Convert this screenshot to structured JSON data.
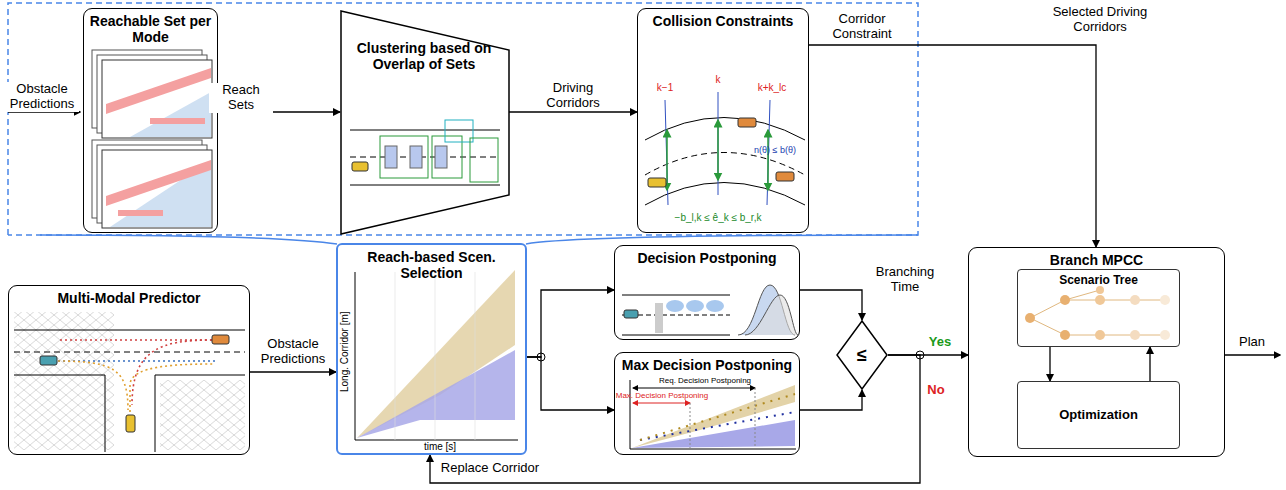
{
  "diagram": {
    "nodes": [
      {
        "text": [
          "Reachable Set per Mode"
        ]
      },
      {
        "text": [
          "Clustering based on Overlap of Sets"
        ]
      },
      {
        "text": [
          "Collision Constraints"
        ]
      },
      {
        "text": [
          "Multi-Modal Predictor"
        ]
      },
      {
        "text": [
          "Reach-based Scen. Selection"
        ]
      },
      {
        "text": [
          "Decision Postponing"
        ]
      },
      {
        "text": [
          "Max Decision Postponing"
        ]
      },
      {
        "text": [
          "≤"
        ]
      },
      {
        "text": [
          "Branch MPCC"
        ]
      },
      {
        "text": [
          "Scenario Tree"
        ],
        "in": 8
      },
      {
        "text": [
          "Optimization"
        ],
        "in": 8
      }
    ],
    "edges": [
      {
        "from": 0,
        "to": 1,
        "label": "Reach Sets",
        "arrow": "to"
      },
      {
        "from": 1,
        "to": 2,
        "label": "Driving Corridors",
        "arrow": "to"
      },
      {
        "from": 2,
        "to": 8,
        "label": "Corridor Constraint",
        "arrow": "to"
      },
      {
        "from": 3,
        "to": 4,
        "label": "Obstacle Predictions",
        "arrow": "to"
      },
      {
        "from": 4,
        "to": 5,
        "arrow": "to"
      },
      {
        "from": 4,
        "to": 6,
        "arrow": "to"
      },
      {
        "from": 5,
        "to": 7,
        "label": "Branching Time",
        "arrow": "to"
      },
      {
        "from": 6,
        "to": 7,
        "arrow": "to"
      },
      {
        "from": 7,
        "to": 8,
        "label": "Yes",
        "arrow": "to"
      },
      {
        "from": 7,
        "to": 4,
        "label": "No",
        "arrow": "to"
      },
      {
        "from": 9,
        "to": 10,
        "arrow": "to"
      },
      {
        "from": 10,
        "to": 9,
        "arrow": "to"
      }
    ],
    "labels": [
      "Obstacle Predictions",
      "Selected Driving Corridors",
      "Plan",
      "Replace Corridor",
      "Long. Corridor [m]",
      "time [s]",
      "Req. Decision Postponing",
      "Max. Decision Postponing",
      "k−1",
      "k",
      "k+k_lc",
      "−b_l,k ≤ ê_k ≤ b_r,k",
      "n(θ) ≤ b(θ)"
    ]
  }
}
